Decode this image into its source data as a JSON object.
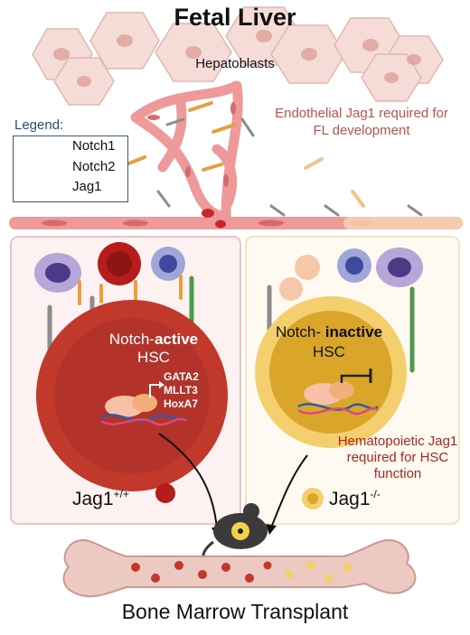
{
  "title": "Fetal Liver",
  "hepatoblasts_label": "Hepatoblasts",
  "endothelial_note": "Endothelial Jag1 required for FL development",
  "legend": {
    "title": "Legend:",
    "items": [
      {
        "label": "Notch1",
        "color": "#8c8c8c"
      },
      {
        "label": "Notch2",
        "color": "#4f9a4a"
      },
      {
        "label": "Jag1",
        "color": "#e6a13c"
      }
    ]
  },
  "left_panel": {
    "hsc_state_prefix": "Notch-",
    "hsc_state_bold": "active",
    "hsc_label": "HSC",
    "genes": [
      "GATA2",
      "MLLT3",
      "HoxA7"
    ],
    "genotype": "Jag1",
    "genotype_sup": "+/+",
    "color": "#c0392b"
  },
  "right_panel": {
    "hsc_state_prefix": "Notch- ",
    "hsc_state_bold": "inactive",
    "hsc_label": "HSC",
    "note": "Hematopoietic Jag1 required for HSC function",
    "genotype": "Jag1",
    "genotype_sup": "-/-",
    "color": "#e3b23c"
  },
  "bottom_label": "Bone Marrow Transplant",
  "colors": {
    "hepatocyte_fill": "#f4d8d3",
    "endothelium": "#ef9a9a",
    "panel_left_border": "#f0c4c0",
    "panel_right_border": "#f5e3bf",
    "bone": "#e9c9c1",
    "annotation_red": "#c0504d"
  }
}
